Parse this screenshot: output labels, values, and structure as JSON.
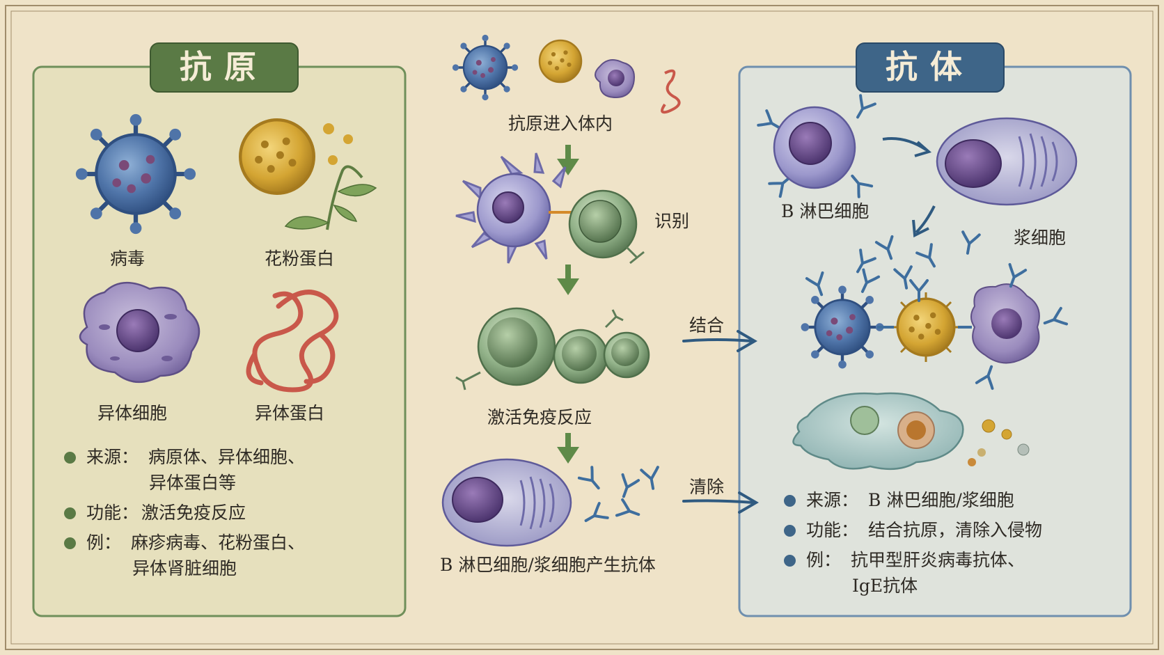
{
  "colors": {
    "background": "#efe3c8",
    "antigen_panel": "#e6e0bd",
    "antigen_accent": "#5a7a45",
    "antibody_panel": "#dfe3dc",
    "antibody_accent": "#3e6588",
    "arrow_green": "#5e8a48",
    "arrow_blue": "#2f5a80",
    "virus": "#4f74a8",
    "pollen": "#d4a533",
    "foreign_cell": "#8c7bb0",
    "protein": "#c9584a",
    "b_cell": "#6d6aa8",
    "green_cell": "#7ea27a",
    "macrophage": "#a9c6c4"
  },
  "antigen": {
    "title": "抗原",
    "items": [
      {
        "label": "病毒",
        "icon": "virus-icon"
      },
      {
        "label": "花粉蛋白",
        "icon": "pollen-icon"
      },
      {
        "label": "异体细胞",
        "icon": "foreign-cell-icon"
      },
      {
        "label": "异体蛋白",
        "icon": "protein-ribbon-icon"
      }
    ],
    "bullets": [
      {
        "key": "来源：",
        "lines": [
          "病原体、异体细胞、",
          "异体蛋白等"
        ]
      },
      {
        "key": "功能：",
        "lines": [
          "激活免疫反应"
        ]
      },
      {
        "key": "例：",
        "lines": [
          "麻疹病毒、花粉蛋白、",
          "异体肾脏细胞"
        ]
      }
    ]
  },
  "process": {
    "steps": [
      {
        "label": "抗原进入体内"
      },
      {
        "label": "识别"
      },
      {
        "label": "激活免疫反应"
      },
      {
        "label": "B 淋巴细胞/浆细胞产生抗体"
      }
    ],
    "arrow_labels": {
      "bind": "结合",
      "clear": "清除"
    }
  },
  "antibody": {
    "title": "抗体",
    "labels": {
      "b_cell": "B 淋巴细胞",
      "plasma_cell": "浆细胞"
    },
    "bullets": [
      {
        "key": "来源：",
        "lines": [
          "B 淋巴细胞/浆细胞"
        ]
      },
      {
        "key": "功能：",
        "lines": [
          "结合抗原，清除入侵物"
        ]
      },
      {
        "key": "例：",
        "lines": [
          "抗甲型肝炎病毒抗体、",
          "IgE抗体"
        ]
      }
    ]
  }
}
